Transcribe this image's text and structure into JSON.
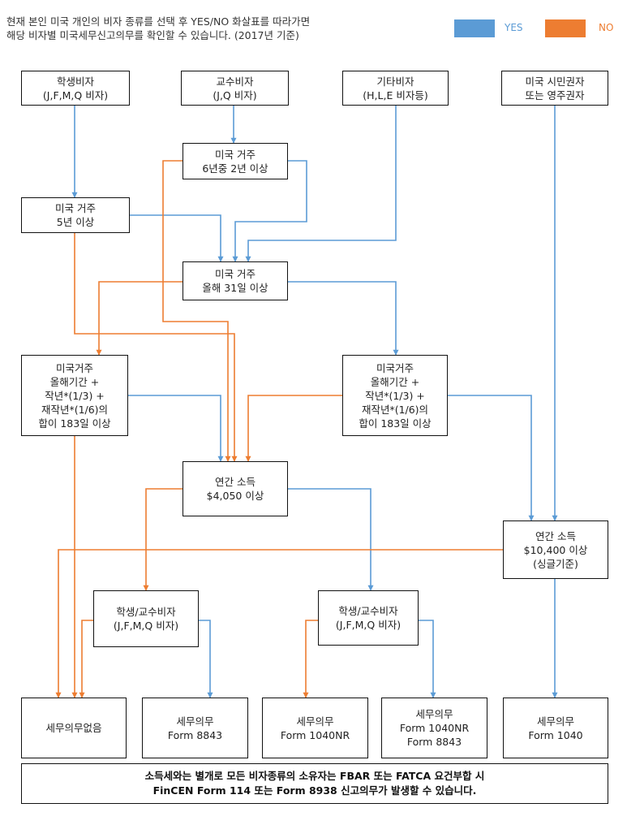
{
  "intro": {
    "line1": "현재 본인 미국 개인의 비자 종류를 선택 후 YES/NO 화살표를 따라가면",
    "line2": "해당 비자별 미국세무신고의무를 확인할 수 있습니다. (2017년 기준)"
  },
  "legend": {
    "yes_label": "YES",
    "no_label": "NO",
    "yes_color": "#5b9bd5",
    "no_color": "#ed7d31"
  },
  "boxes": {
    "student_visa": {
      "line1": "학생비자",
      "line2": "(J,F,M,Q 비자)"
    },
    "professor_visa": {
      "line1": "교수비자",
      "line2": "(J,Q 비자)"
    },
    "other_visa": {
      "line1": "기타비자",
      "line2": "(H,L,E 비자등)"
    },
    "citizen": {
      "line1": "미국 시민권자",
      "line2": "또는 영주권자"
    },
    "res_6of2": {
      "line1": "미국 거주",
      "line2": "6년중 2년 이상"
    },
    "res_5y": {
      "line1": "미국 거주",
      "line2": "5년 이상"
    },
    "res_31d": {
      "line1": "미국 거주",
      "line2": "올해 31일 이상"
    },
    "sub183_left": {
      "line1": "미국거주",
      "line2": "올해기간 +",
      "line3": "작년*(1/3) +",
      "line4": "재작년*(1/6)의",
      "line5": "합이 183일 이상"
    },
    "sub183_right": {
      "line1": "미국거주",
      "line2": "올해기간 +",
      "line3": "작년*(1/3) +",
      "line4": "재작년*(1/6)의",
      "line5": "합이 183일 이상"
    },
    "income_4050": {
      "line1": "연간 소득",
      "line2": "$4,050 이상"
    },
    "income_10400": {
      "line1": "연간 소득",
      "line2": "$10,400 이상",
      "line3": "(싱글기준)"
    },
    "student_prof_left": {
      "line1": "학생/교수비자",
      "line2": "(J,F,M,Q 비자)"
    },
    "student_prof_right": {
      "line1": "학생/교수비자",
      "line2": "(J,F,M,Q 비자)"
    },
    "out_none": {
      "line1": "세무의무없음"
    },
    "out_8843": {
      "line1": "세무의무",
      "line2": "Form 8843"
    },
    "out_1040nr": {
      "line1": "세무의무",
      "line2": "Form 1040NR"
    },
    "out_1040nr_8843": {
      "line1": "세무의무",
      "line2": "Form 1040NR",
      "line3": "Form 8843"
    },
    "out_1040": {
      "line1": "세무의무",
      "line2": "Form 1040"
    }
  },
  "footer": {
    "line1": "소득세와는 별개로 모든 비자종류의 소유자는 FBAR 또는 FATCA 요건부합 시",
    "line2": "FinCEN Form 114 또는 Form 8938 신고의무가 발생할 수 있습니다."
  }
}
